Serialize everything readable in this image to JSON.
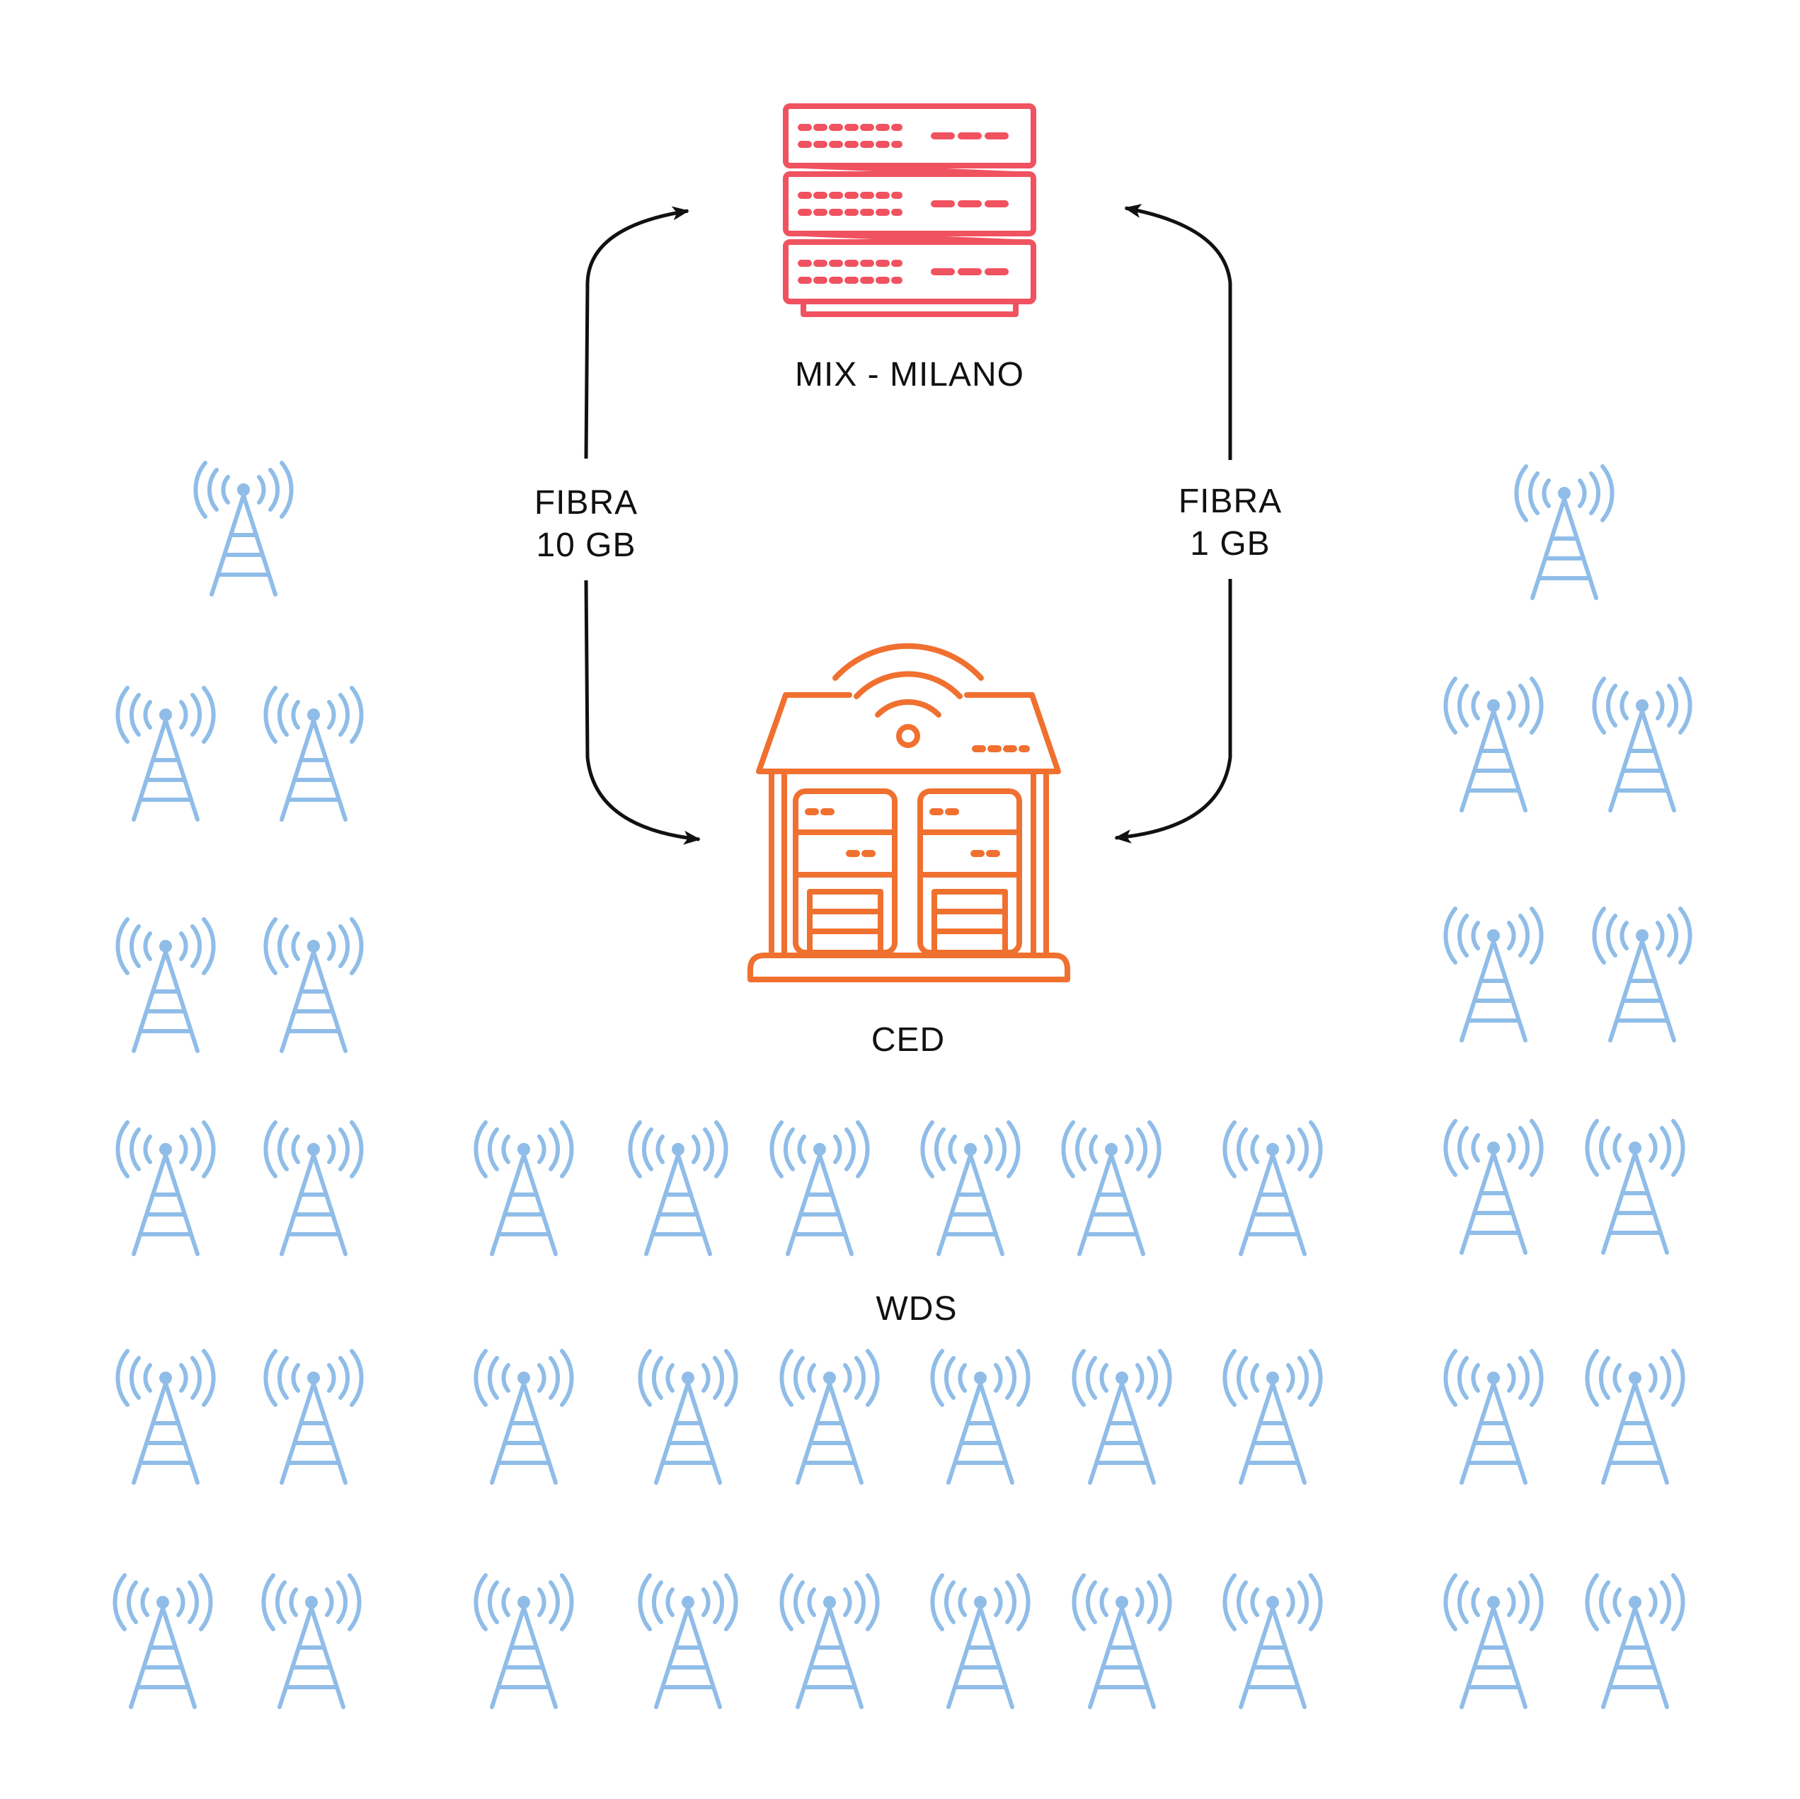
{
  "nodes": {
    "mix": {
      "label": "MIX - MILANO",
      "icon": "server-rack-icon"
    },
    "ced": {
      "label": "CED",
      "icon": "datacenter-building-icon"
    },
    "wds": {
      "label": "WDS",
      "icon": "radio-tower-icon"
    }
  },
  "links": {
    "left": {
      "line1": "FIBRA",
      "line2": "10 GB"
    },
    "right": {
      "line1": "FIBRA",
      "line2": "1 GB"
    }
  },
  "colors": {
    "server": "#f0525f",
    "datacenter": "#f07030",
    "tower": "#90bde8",
    "arrow": "#111111"
  }
}
